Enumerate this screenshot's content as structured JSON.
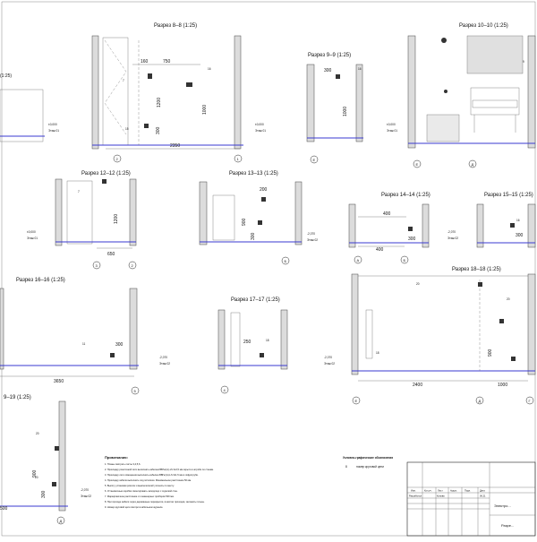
{
  "sections": {
    "s8": "Разрез 8–8  (1:25)",
    "s9": "Разрез 9–9  (1:25)",
    "s10": "Разрез 10–10  (1:25)",
    "s12": "Разрез 12–12  (1:25)",
    "s13": "Разрез 13–13  (1:25)",
    "s14": "Разрез 14–14  (1:25)",
    "s15": "Разрез 15–15  (1:25)",
    "s16": "Разрез 16–16  (1:25)",
    "s17": "Разрез 17–17  (1:25)",
    "s18": "Разрез 18–18  (1:25)",
    "s19": "9–19  (1:25)",
    "s7": "(1:25)"
  },
  "levels": {
    "zero": "±0,000",
    "floor1": "Этаж 01",
    "minus": "-2,070",
    "floor2": "Этаж 02"
  },
  "dims": {
    "d160": "160",
    "d750": "750",
    "d1200": "1200",
    "d1000": "1000",
    "d300": "300",
    "d2350": "2350",
    "d650": "650",
    "d200": "200",
    "d900": "900",
    "d400": "400",
    "d3650": "3650",
    "d250": "250",
    "d2400": "2400",
    "d500": "500"
  },
  "tags": {
    "t7": "7",
    "t9": "9",
    "t11": "11",
    "t15": "15",
    "t16": "16",
    "t18": "18",
    "t20": "20"
  },
  "axes": {
    "a1": "1",
    "a2": "2",
    "a3": "3",
    "a4": "4",
    "a5": "5",
    "aA": "А",
    "aB": "Б",
    "aG": "Г",
    "aD": "Д",
    "aE": "Е"
  },
  "notes": {
    "title": "Примечания:",
    "lines": [
      "1. Планы смотреть листы 3,4,5,6.",
      "2. Прокладку розеточной сети выполнять кабелем ВВГнг(А)-LS 3х2,5 мм скрыто в штробе по стенам.",
      "3. Прокладку сети освещения выполнять кабелем ВВГнг(А)-LS 3х1,5 мм в гофротрубе.",
      "4. Прокладку кабеля выполнять под потолком. Минимальное расстояние 50 мм.",
      "5. Высоту установки розеток и выключателей уточнить по месту.",
      "6. Установочные коробки смонтировать заподлицо с отделкой стен.",
      "7. Маркировочное расстояние от инженерных приборов 500 мм.",
      "8. При проходе кабеля через деревянные перекрытия, в местах проходов, заложить гильзы.",
      "9. Номер круговой цепи смотри в кабельном журнале."
    ]
  },
  "legend": {
    "title": "Условно-графические обозначения",
    "symbol": "8",
    "text": "номер круговой цепи"
  },
  "stamp": {
    "h1": "Изм.",
    "h2": "Кол.уч.",
    "h3": "Лист",
    "h4": "№док.",
    "h5": "Подп.",
    "h6": "Дата",
    "r1": "Разработал",
    "r2": "Конова",
    "r3": "06.21",
    "t1": "Электро...",
    "t2": "Разре..."
  }
}
